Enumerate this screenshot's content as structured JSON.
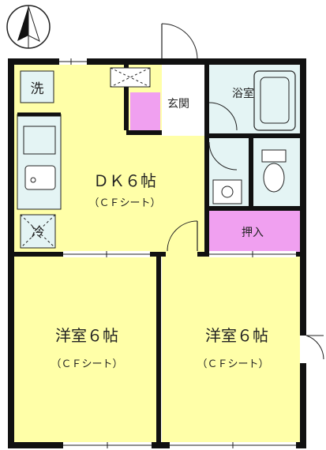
{
  "compass": {
    "icon": "north-arrow-icon"
  },
  "rooms": {
    "dk": {
      "name": "ＤＫ６帖",
      "floor": "（ＣＦシート）"
    },
    "western_left": {
      "name": "洋室６帖",
      "floor": "（ＣＦシート）"
    },
    "western_right": {
      "name": "洋室６帖",
      "floor": "（ＣＦシート）"
    },
    "entrance": {
      "name": "玄関"
    },
    "bath": {
      "name": "浴室"
    },
    "closet": {
      "name": "押入"
    }
  },
  "fixtures": {
    "washer": "洗",
    "fridge": "冷"
  },
  "colors": {
    "dk_floor": "#ffffa8",
    "accent_pink": "#f0a0f0",
    "wet_area": "#e4f4f4",
    "wall": "#111111"
  }
}
